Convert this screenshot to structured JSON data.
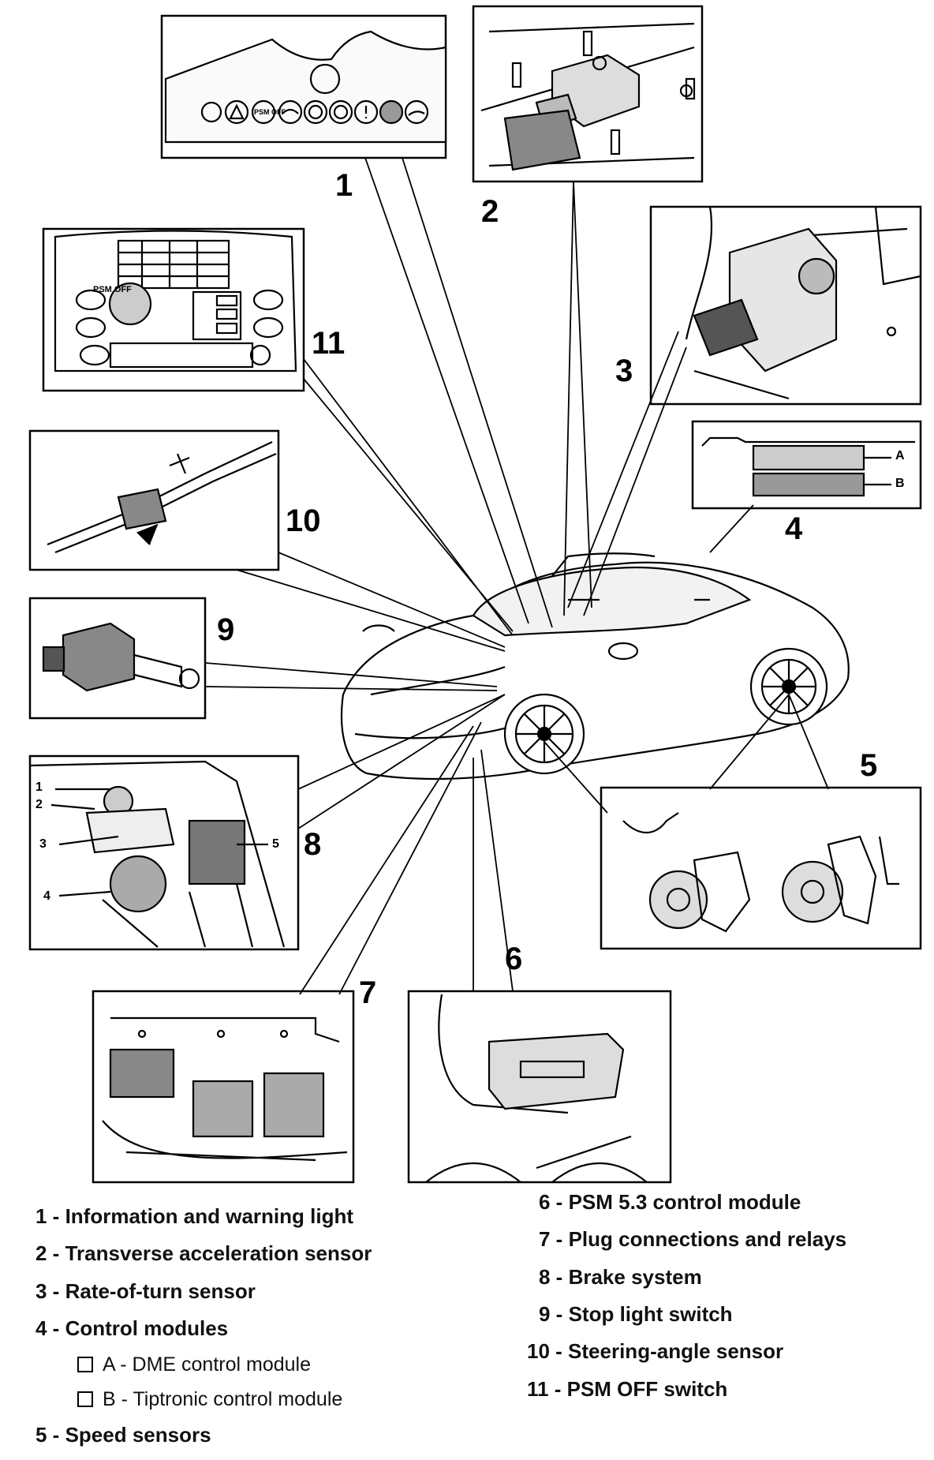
{
  "callouts": [
    "1",
    "2",
    "3",
    "4",
    "5",
    "6",
    "7",
    "8",
    "9",
    "10",
    "11"
  ],
  "panel_labels": {
    "psm_off_switch": "PSM OFF",
    "warning_lights_psm": "PSM OFF",
    "control_module_a": "A",
    "control_module_b": "B",
    "brake_1": "1",
    "brake_2": "2",
    "brake_3": "3",
    "brake_4": "4",
    "brake_5": "5"
  },
  "legend": {
    "left": [
      {
        "num": "1 -",
        "text": "Information and warning light"
      },
      {
        "num": "2 -",
        "text": "Transverse acceleration sensor"
      },
      {
        "num": "3 -",
        "text": "Rate-of-turn sensor"
      },
      {
        "num": "4 -",
        "text": "Control modules"
      }
    ],
    "sub": [
      {
        "text": "A - DME control module"
      },
      {
        "text": "B - Tiptronic control module"
      }
    ],
    "left_last": {
      "num": "5 -",
      "text": "Speed sensors"
    },
    "right": [
      {
        "num": "6 -",
        "text": "PSM 5.3 control module"
      },
      {
        "num": "7 -",
        "text": "Plug connections and relays"
      },
      {
        "num": "8 -",
        "text": "Brake system"
      },
      {
        "num": "9 -",
        "text": "Stop light switch"
      },
      {
        "num": "10 -",
        "text": "Steering-angle sensor"
      },
      {
        "num": "11 -",
        "text": "PSM OFF switch"
      }
    ]
  }
}
